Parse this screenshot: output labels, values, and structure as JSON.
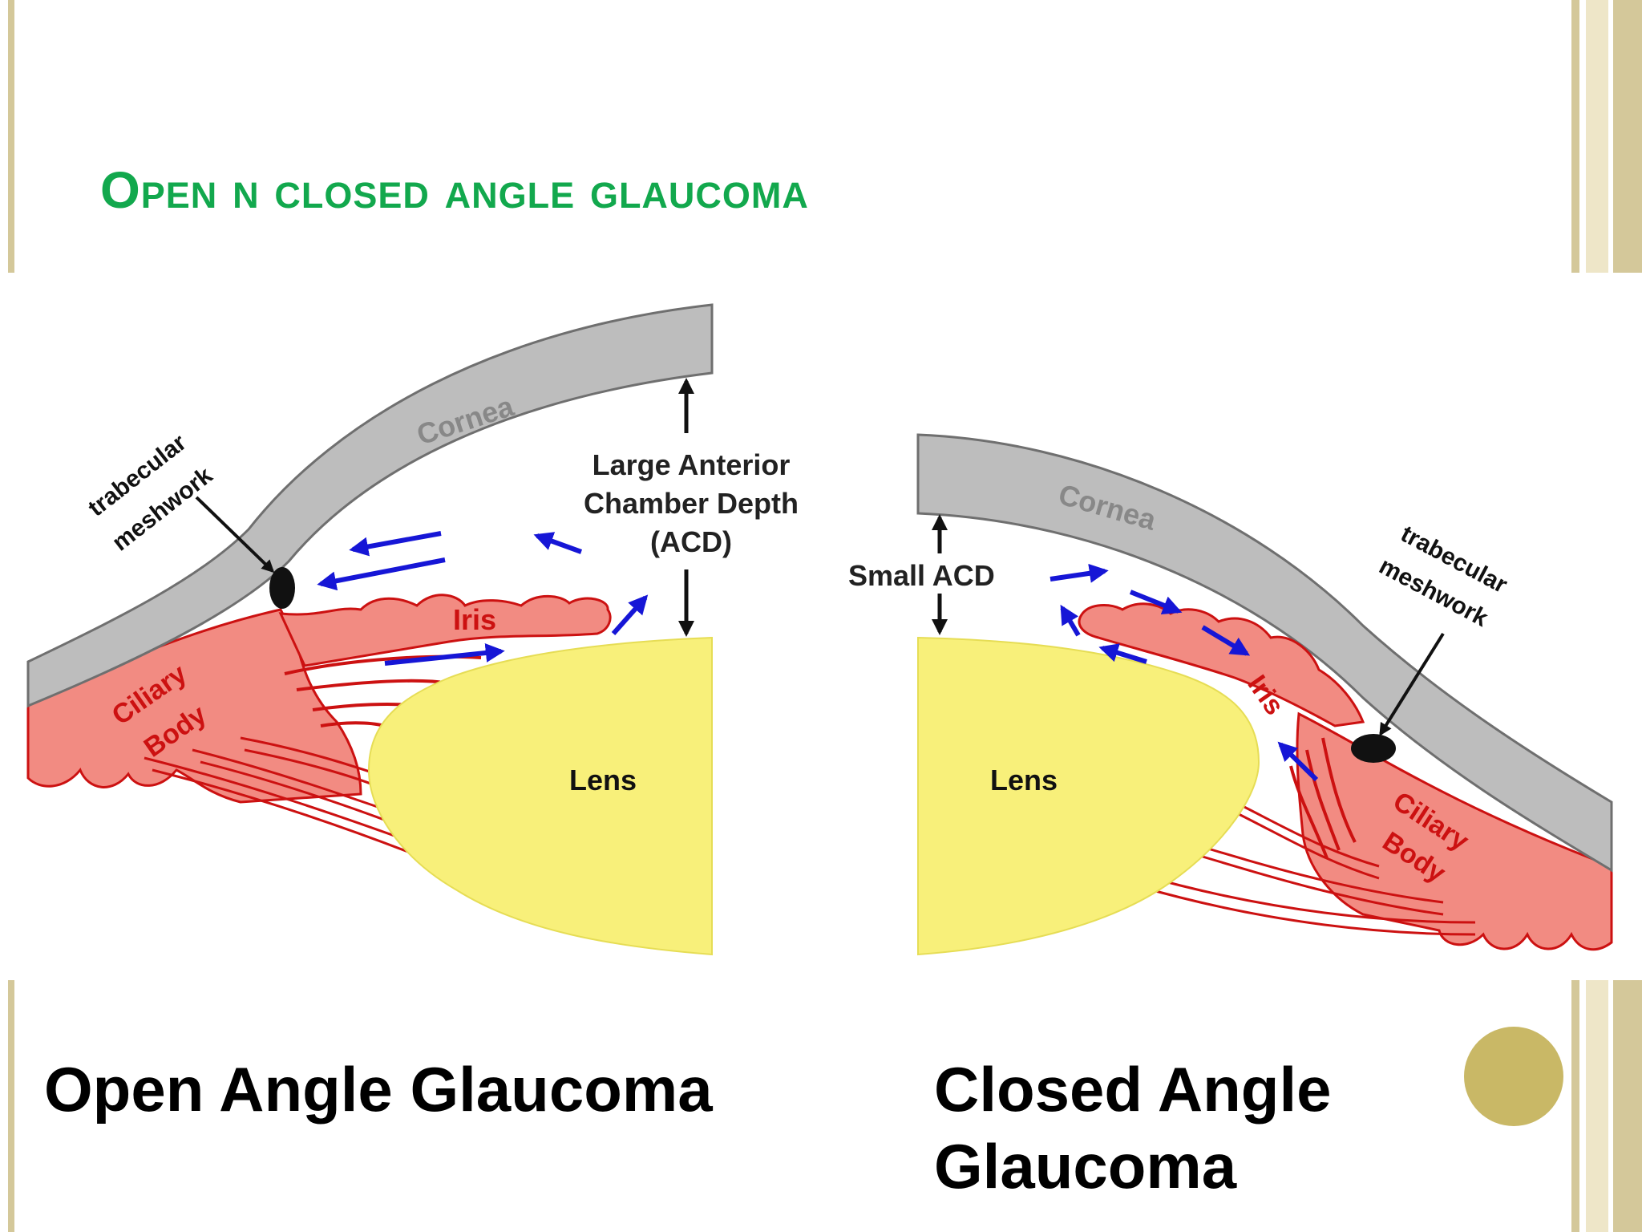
{
  "slide": {
    "title": "Open n closed angle glaucoma",
    "colors": {
      "title": "#12a84d",
      "stripe_tan": "#d4c89a",
      "stripe_light": "#eee6c8",
      "dot": "#c9b866"
    }
  },
  "diagram": {
    "colors": {
      "cornea": "#bdbdbd",
      "iris_ciliary": "#f28b82",
      "tissue_outline": "#cc1111",
      "lens": "#f8f07a",
      "flow_arrow": "#1616d6"
    },
    "open": {
      "cornea": "Cornea",
      "trabecular_1": "trabecular",
      "trabecular_2": "meshwork",
      "acd_1": "Large Anterior",
      "acd_2": "Chamber Depth",
      "acd_3": "(ACD)",
      "iris": "Iris",
      "ciliary_1": "Ciliary",
      "ciliary_2": "Body",
      "lens": "Lens"
    },
    "closed": {
      "cornea": "Cornea",
      "trabecular_1": "trabecular",
      "trabecular_2": "meshwork",
      "acd": "Small ACD",
      "iris": "Iris",
      "ciliary_1": "Ciliary",
      "ciliary_2": "Body",
      "lens": "Lens"
    }
  },
  "captions": {
    "open": "Open Angle Glaucoma",
    "closed_1": "Closed Angle",
    "closed_2": "Glaucoma"
  }
}
